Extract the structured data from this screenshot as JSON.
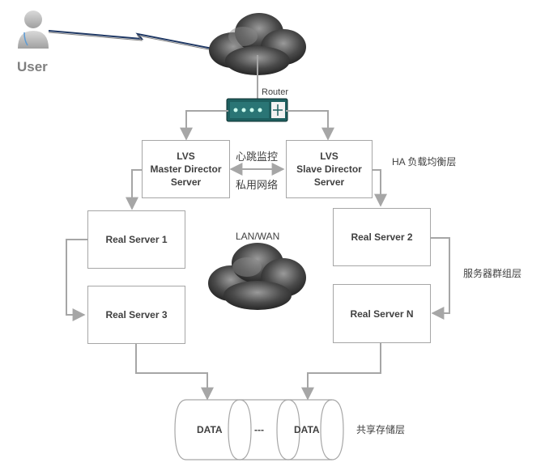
{
  "user": {
    "label": "User"
  },
  "router": {
    "label": "Router"
  },
  "directors": {
    "master": "LVS\nMaster Director\nServer",
    "slave": "LVS\nSlave Director\nServer",
    "heartbeat_line1": "心跳监控",
    "heartbeat_line2": "私用网络",
    "layer_label": "HA 负载均衡层"
  },
  "servers": {
    "rs1": "Real Server 1",
    "rs2": "Real Server 2",
    "rs3": "Real Server 3",
    "rsn": "Real Server N",
    "layer_label": "服务器群组层",
    "network_label": "LAN/WAN"
  },
  "storage": {
    "segments": [
      "DATA",
      "---",
      "DATA"
    ],
    "layer_label": "共享存储层"
  },
  "colors": {
    "line": "#a6a6a6",
    "text": "#404040",
    "cloud_dark": "#3a3a3a",
    "link": "#1f3864"
  }
}
